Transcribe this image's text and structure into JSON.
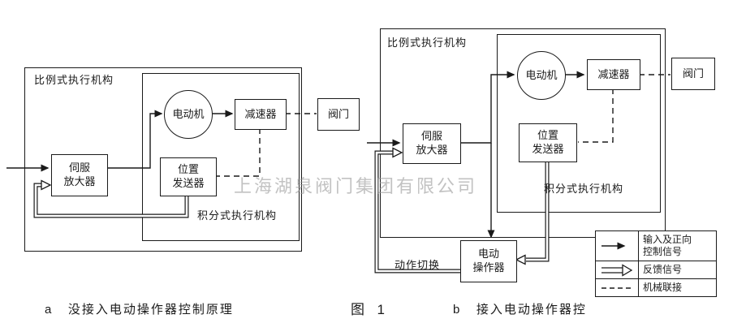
{
  "watermark": "上海湖泉阀门集团有限公司",
  "figure": {
    "caption": "图  1"
  },
  "diagram_a": {
    "caption": "a   没接入电动操作器控制原理",
    "outer_label": "比例式执行机构",
    "inner_label": "积分式执行机构",
    "blocks": {
      "motor": "电动机",
      "reducer": "减速器",
      "valve": "阀门",
      "servo": "伺服\n放大器",
      "transmitter": "位置\n发送器"
    }
  },
  "diagram_b": {
    "caption": "b   接入电动操作器控",
    "outer_label": "比例式执行机构",
    "inner_label": "积分式执行机构",
    "switch_label": "动作切换",
    "blocks": {
      "motor": "电动机",
      "reducer": "减速器",
      "valve": "阀门",
      "servo": "伺服\n放大器",
      "transmitter": "位置\n发送器",
      "operator": "电动\n操作器"
    }
  },
  "legend": {
    "rows": [
      {
        "symbol": "single-arrow",
        "label": "输入及正向\n控制信号"
      },
      {
        "symbol": "double-arrow",
        "label": "反馈信号"
      },
      {
        "symbol": "dashed-line",
        "label": "机械联接"
      }
    ]
  },
  "colors": {
    "line": "#1a1a1a",
    "watermark": "#9a9a9a",
    "background": "#ffffff"
  }
}
